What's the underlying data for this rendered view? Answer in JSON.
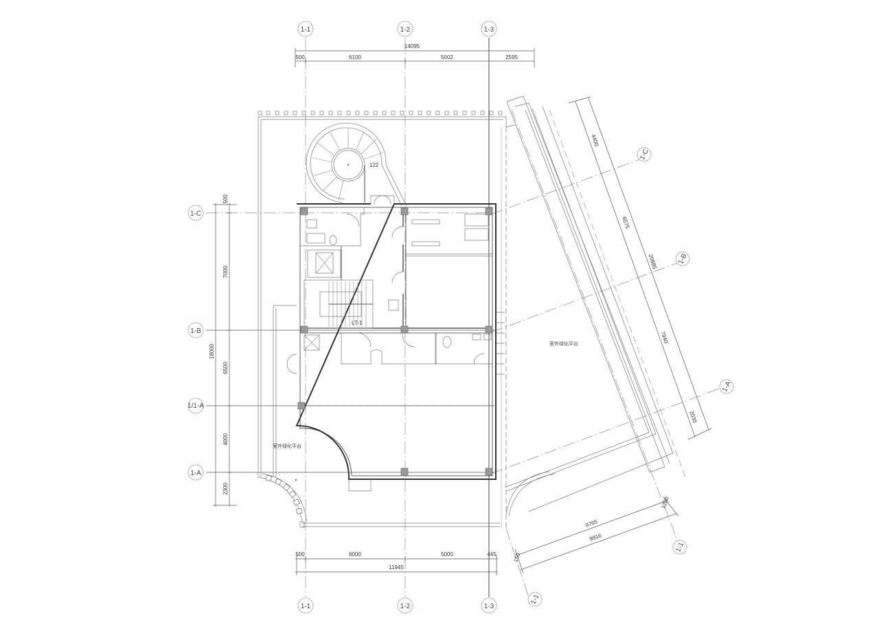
{
  "drawing": {
    "type": "architectural-floor-plan",
    "background": "#ffffff",
    "line_color": "#333333",
    "column_fill": "#9a9a9a"
  },
  "grid_axes": {
    "vertical_top": [
      "1-1",
      "1-2",
      "1-3"
    ],
    "vertical_bottom": [
      "1-1",
      "1-2",
      "1-3"
    ],
    "horizontal_left": [
      "1-C",
      "1-B",
      "1/1-A",
      "1-A"
    ],
    "rotated_right": [
      "1-C",
      "1-B",
      "1-A",
      "1-1",
      "1-1"
    ]
  },
  "dimensions": {
    "top": {
      "overall": "14095",
      "segments": [
        "500",
        "6100",
        "5002",
        "2595"
      ]
    },
    "bottom": {
      "overall": "11945",
      "segments": [
        "500",
        "6000",
        "5000",
        "445"
      ]
    },
    "left": {
      "overall": "18000",
      "segments": [
        "500",
        "7000",
        "6500",
        "4000",
        "2300"
      ]
    },
    "right_rotated": {
      "overall": "20885",
      "segments": [
        "4400",
        "6575",
        "7940",
        "2030"
      ]
    },
    "bottom_rotated": {
      "segments": [
        "9765",
        "9916"
      ],
      "small_left": "150",
      "small_right": "1200"
    }
  },
  "labels": {
    "spiral_stair_tag": "122",
    "stair_tag": "LT-1",
    "terrace_left": "室外绿化平台",
    "terrace_right": "室外绿化平台"
  }
}
